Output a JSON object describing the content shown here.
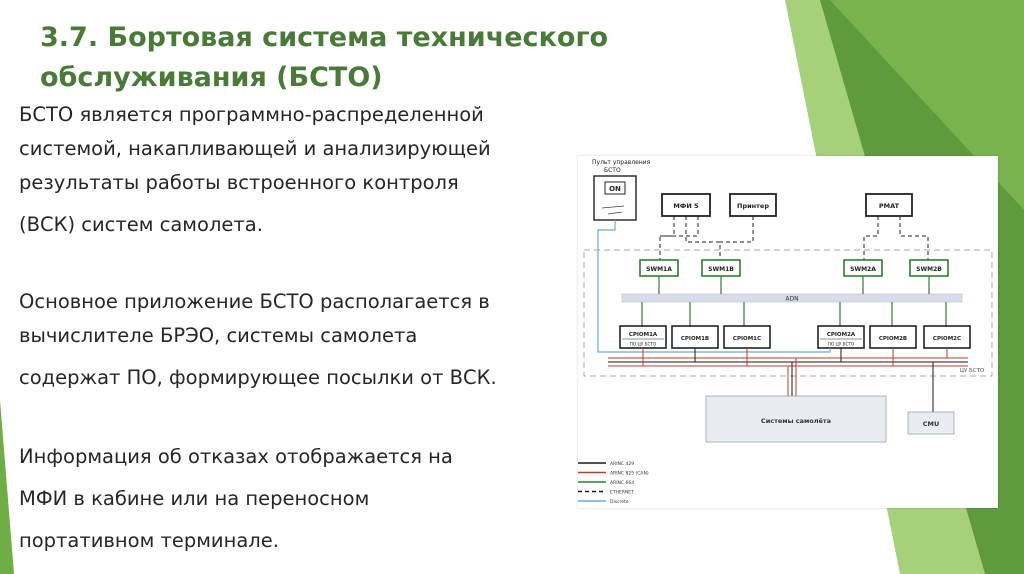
{
  "slide": {
    "title_line1": "3.7. Бортовая система технического",
    "title_line2": "обслуживания (БСТО)",
    "paragraphs": [
      [
        "БСТО является программно-распределенной",
        "системой, накапливающей и анализирующей",
        "результаты работы встроенного контроля",
        "(ВСК) систем самолета."
      ],
      [
        "Основное приложение БСТО располагается в",
        "вычислителе БРЭО, системы самолета",
        "содержат ПО, формирующее посылки от ВСК."
      ],
      [
        "Информация об отказах отображается на",
        "МФИ в кабине или на переносном",
        "портативном терминале."
      ]
    ]
  },
  "diagram": {
    "control_panel": {
      "label_line1": "Пульт управления",
      "label_line2": "БСТО",
      "on_button": "ON"
    },
    "boxes": {
      "mfi": "МФИ 5",
      "printer": "Принтер",
      "pmat": "PMAT",
      "swm1a": "SWM1A",
      "swm1b": "SWM1B",
      "swm2a": "SWM2A",
      "swm2b": "SWM2B",
      "adn": "ADN",
      "cpiom1a": "CPIOM1A",
      "cpiom1a_sub": "ПО ЦУ БСТО",
      "cpiom1b": "CPIOM1B",
      "cpiom1c": "CPIOM1C",
      "cpiom2a": "CPIOM2A",
      "cpiom2a_sub": "ПО ЦУ БСТО",
      "cpiom2b": "CPIOM2B",
      "cpiom2c": "CPIOM2C",
      "cu_bsto": "ЦУ БСТО",
      "systems": "Системы самолёта",
      "cmu": "CMU"
    },
    "legend": [
      {
        "label": "ARINC 429",
        "color": "#1a1a1a",
        "dash": ""
      },
      {
        "label": "ARINC 825 (CAN)",
        "color": "#c0392b",
        "dash": ""
      },
      {
        "label": "ARINC 664",
        "color": "#2e7d32",
        "dash": ""
      },
      {
        "label": "ETHERNET",
        "color": "#1a1a1a",
        "dash": "4 3"
      },
      {
        "label": "Discrete",
        "color": "#6fa8dc",
        "dash": ""
      }
    ]
  },
  "colors": {
    "title": "#4a7a37",
    "green_light": "#8cc152",
    "green_dark": "#3d7a2a",
    "box_green": "#2e7d32",
    "adn_fill": "#d6dde8"
  }
}
